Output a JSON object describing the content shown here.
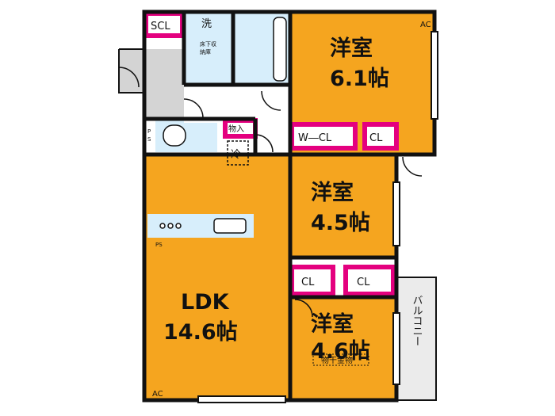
{
  "colors": {
    "room_fill": "#F5A51F",
    "wall": "#111111",
    "storage_magenta": "#E4007F",
    "wet_area": "#D7EEFB",
    "outdoor_gray": "#D4D4D4",
    "balcony": "#EBEBEB"
  },
  "rooms": {
    "bedroom_a": {
      "name": "洋室",
      "size": "6.1帖"
    },
    "bedroom_b": {
      "name": "洋室",
      "size": "4.5帖"
    },
    "bedroom_c": {
      "name": "洋室",
      "size": "4.6帖"
    },
    "ldk": {
      "name": "LDK",
      "size": "14.6帖"
    }
  },
  "labels": {
    "scl": "SCL",
    "laundry": "洗",
    "underfloor_1": "床下収",
    "underfloor_2": "納庫",
    "ac_top": "AC",
    "ac_bottom": "AC",
    "wcl": "W―CL",
    "cl_top": "CL",
    "cl_mid_left": "CL",
    "cl_mid_right": "CL",
    "storage": "物入",
    "fridge": "冷",
    "ps_kitchen": "PS",
    "ps_toilet_1": "P",
    "ps_toilet_2": "S",
    "balcony": "バルコニー",
    "drying_hardware": "物干金物"
  }
}
